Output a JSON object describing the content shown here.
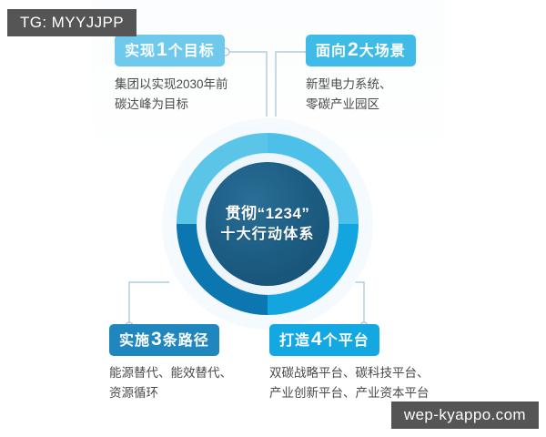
{
  "watermarks": {
    "top_left": "TG: MYYJJPP",
    "bottom_right": "wep-kyappo.com"
  },
  "center": {
    "line1": "贯彻“1234”",
    "line2": "十大行动体系"
  },
  "colors": {
    "segment_top_left": "#5bc5e8",
    "segment_top_right": "#4cc0e9",
    "segment_bottom_left": "#0b76b0",
    "segment_bottom_right": "#12a5e0",
    "hub": "#1d5e85",
    "connector": "#9fc4d6",
    "text_body": "#4a4a4a"
  },
  "nodes": [
    {
      "id": "goal",
      "badge_prefix": "实现",
      "badge_number": "1",
      "badge_suffix": "个目标",
      "badge_color": "#6ec9ec",
      "description": "集团以实现2030年前\n碳达峰为目标"
    },
    {
      "id": "scenario",
      "badge_prefix": "面向",
      "badge_number": "2",
      "badge_suffix": "大场景",
      "badge_color": "#3fbbe8",
      "description": "新型电力系统、\n零碳产业园区"
    },
    {
      "id": "path",
      "badge_prefix": "实施",
      "badge_number": "3",
      "badge_suffix": "条路径",
      "badge_color": "#1f87bd",
      "description": "能源替代、能效替代、\n资源循环"
    },
    {
      "id": "platform",
      "badge_prefix": "打造",
      "badge_number": "4",
      "badge_suffix": "个平台",
      "badge_color": "#13a8e2",
      "description": "双碳战略平台、碳科技平台、\n产业创新平台、产业资本平台"
    }
  ]
}
